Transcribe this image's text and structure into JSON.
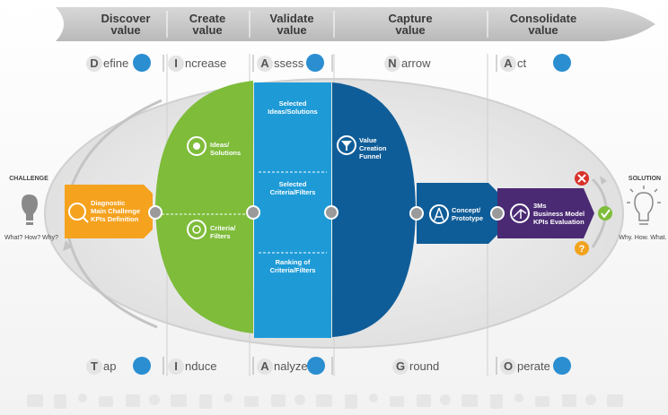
{
  "stages": [
    {
      "line1": "Discover",
      "line2": "value"
    },
    {
      "line1": "Create",
      "line2": "value"
    },
    {
      "line1": "Validate",
      "line2": "value"
    },
    {
      "line1": "Capture",
      "line2": "value"
    },
    {
      "line1": "Consolidate",
      "line2": "value"
    }
  ],
  "top_row": [
    {
      "letter": "D",
      "rest": "efine"
    },
    {
      "letter": "I",
      "rest": "ncrease"
    },
    {
      "letter": "A",
      "rest": "ssess"
    },
    {
      "letter": "N",
      "rest": "arrow"
    },
    {
      "letter": "A",
      "rest": "ct"
    }
  ],
  "bottom_row": [
    {
      "letter": "T",
      "rest": "ap"
    },
    {
      "letter": "I",
      "rest": "nduce"
    },
    {
      "letter": "A",
      "rest": "nalyze"
    },
    {
      "letter": "G",
      "rest": "round"
    },
    {
      "letter": "O",
      "rest": "perate"
    }
  ],
  "challenge": {
    "title": "CHALLENGE",
    "caption": "What? How? Why?"
  },
  "solution": {
    "title": "SOLUTION",
    "caption": "Why. How. What."
  },
  "diagnostic": {
    "line1": "Diagnostic",
    "line2": "Main Challenge",
    "line3": "KPIs Definition"
  },
  "green": {
    "top": {
      "line1": "Ideas/",
      "line2": "Solutions"
    },
    "bottom": {
      "line1": "Criteria/",
      "line2": "Filters"
    }
  },
  "light_blue": {
    "s1": {
      "line1": "Selected",
      "line2": "Ideas/Solutions"
    },
    "s2": {
      "line1": "Selected",
      "line2": "Criteria/Filters"
    },
    "s3": {
      "line1": "Ranking of",
      "line2": "Criteria/Filters"
    }
  },
  "dark_blue": {
    "line1": "Value",
    "line2": "Creation",
    "line3": "Funnel"
  },
  "concept": {
    "line1": "Concept/",
    "line2": "Prototype"
  },
  "evaluation": {
    "line1": "3Ms",
    "line2": "Business Model",
    "line3": "KPIs Evaluation"
  },
  "colors": {
    "orange": "#f5a21f",
    "green": "#7ebc3a",
    "light_blue": "#1e9bd7",
    "dark_blue": "#0f5d98",
    "purple": "#4b2a74",
    "red": "#d9312b",
    "check_green": "#7ebc3a",
    "question_orange": "#f2a31d"
  }
}
